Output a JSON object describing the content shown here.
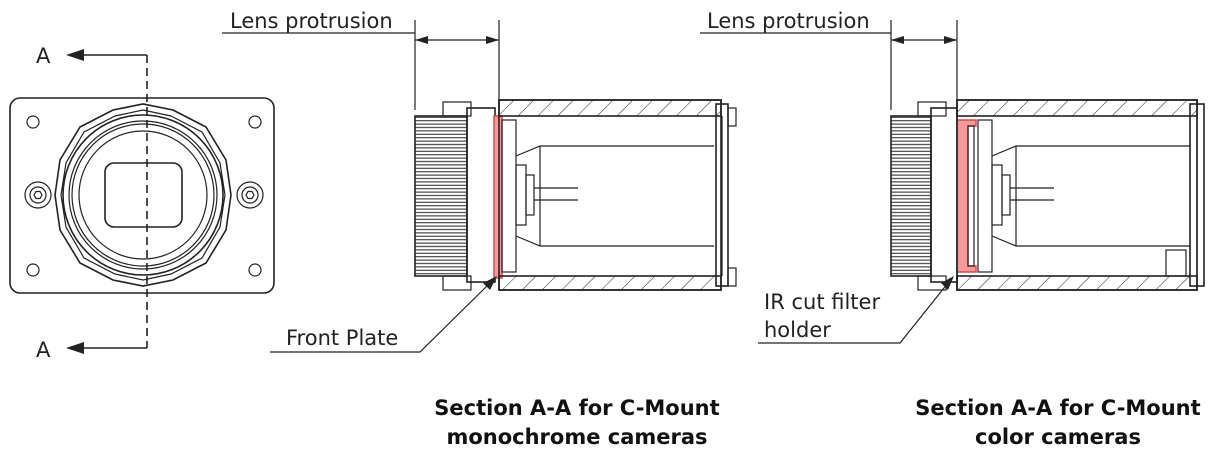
{
  "colors": {
    "line": "#222222",
    "filter_fill": "#f59a9a",
    "filter_stroke": "#d94a4a"
  },
  "front_view": {
    "section_letter_top": "A",
    "section_letter_bottom": "A"
  },
  "mono_section": {
    "dimension_label": "Lens protrusion",
    "callout_label": "Front Plate",
    "caption_line1": "Section A-A for C-Mount",
    "caption_line2": "monochrome cameras"
  },
  "color_section": {
    "dimension_label": "Lens protrusion",
    "callout_label_line1": "IR cut filter",
    "callout_label_line2": "holder",
    "caption_line1": "Section A-A for C-Mount",
    "caption_line2": "color cameras"
  }
}
